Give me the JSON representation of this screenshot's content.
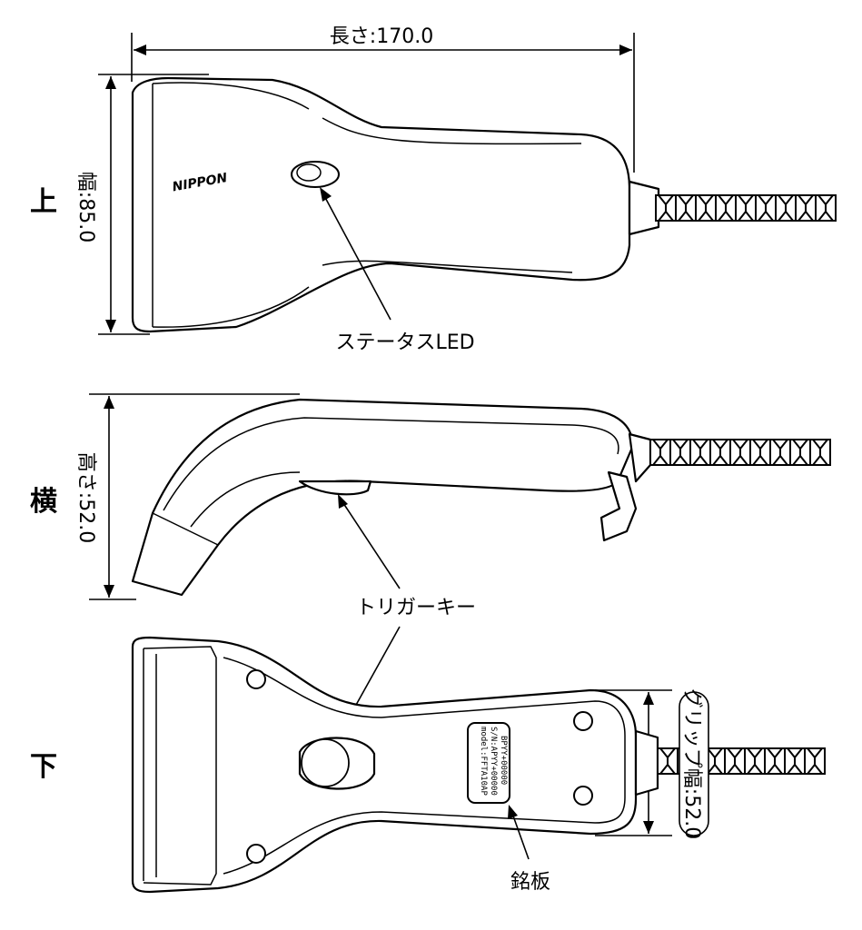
{
  "views": {
    "top": "上",
    "side": "横",
    "bottom": "下"
  },
  "dimensions": {
    "length": "長さ:170.0",
    "width": "幅:85.0",
    "height": "高さ:52.0",
    "grip_width": "グリップ幅:52.0"
  },
  "callouts": {
    "status_led": "ステータスLED",
    "trigger_key": "トリガーキー",
    "nameplate": "銘板"
  },
  "nameplate_text": {
    "line1": "model:FFTA10AP",
    "line2": "S/N:APYY+00000",
    "line3": "BPYY+00000"
  },
  "logo_text": "NIPPON"
}
